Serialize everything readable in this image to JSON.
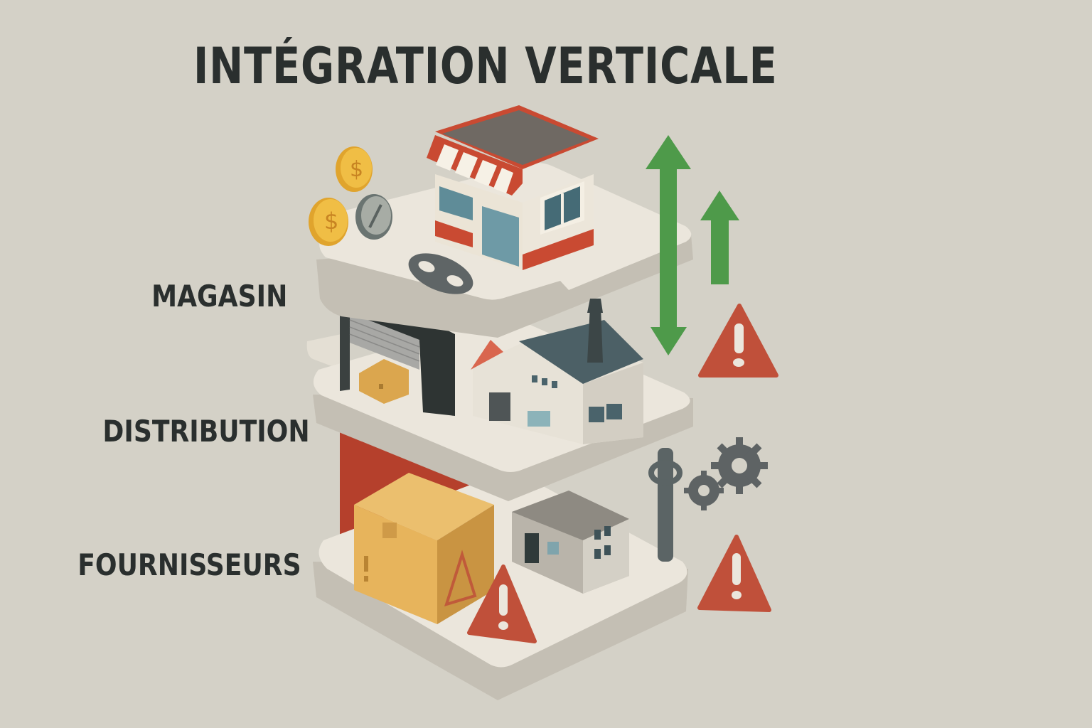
{
  "title": "INTÉGRATION VERTICALE",
  "levels": [
    {
      "label": "MAGASIN",
      "icon": "storefront-icon"
    },
    {
      "label": "DISTRIBUTION",
      "icon": "warehouse-icon"
    },
    {
      "label": "FOURNISSEURS",
      "icon": "box-factory-icon"
    }
  ],
  "decorations": {
    "coins": "coins-icon",
    "chain_link": "chain-link-icon",
    "arrows": [
      "double-arrow-up-down-icon",
      "arrow-up-icon"
    ],
    "warnings": [
      "warning-icon",
      "warning-icon",
      "warning-icon"
    ],
    "gears": "gears-icon"
  },
  "colors": {
    "background": "#d4d1c7",
    "text": "#2a2f2e",
    "accent_red": "#c0503a",
    "arrow_green": "#4e9a4a",
    "coin_gold": "#e8b43a",
    "platform": "#ebe6dc",
    "platform_edge": "#bdb8ad"
  }
}
